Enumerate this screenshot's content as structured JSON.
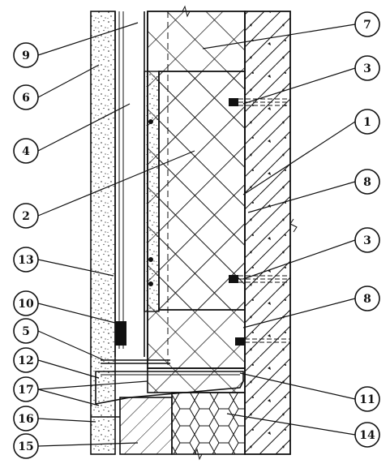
{
  "callouts": [
    {
      "label": "9",
      "side": "left"
    },
    {
      "label": "6",
      "side": "left"
    },
    {
      "label": "4",
      "side": "left"
    },
    {
      "label": "2",
      "side": "left"
    },
    {
      "label": "13",
      "side": "left"
    },
    {
      "label": "10",
      "side": "left"
    },
    {
      "label": "5",
      "side": "left"
    },
    {
      "label": "12",
      "side": "left"
    },
    {
      "label": "17",
      "side": "left"
    },
    {
      "label": "16",
      "side": "left"
    },
    {
      "label": "15",
      "side": "left"
    },
    {
      "label": "7",
      "side": "right"
    },
    {
      "label": "3",
      "side": "right"
    },
    {
      "label": "1",
      "side": "right"
    },
    {
      "label": "8",
      "side": "right"
    },
    {
      "label": "3",
      "side": "right"
    },
    {
      "label": "8",
      "side": "right"
    },
    {
      "label": "11",
      "side": "right"
    },
    {
      "label": "14",
      "side": "right"
    }
  ],
  "colors": {
    "ink": "#111111",
    "paper": "#ffffff"
  }
}
